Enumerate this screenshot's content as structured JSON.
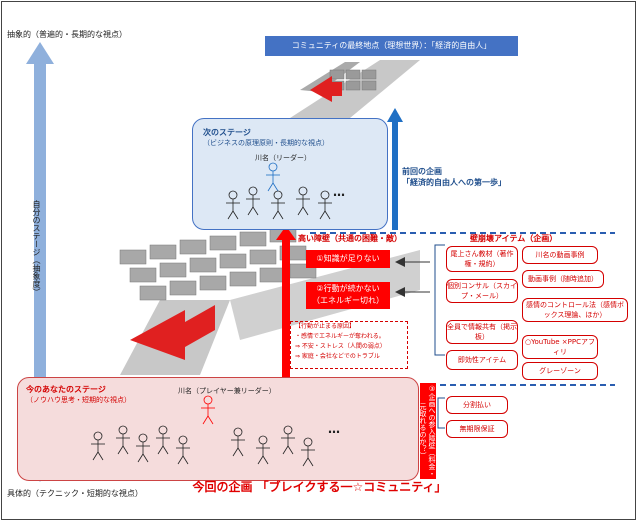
{
  "axis": {
    "top": "抽象的（普遍的・長期的な視点）",
    "middle": "自分のステージ（抽象度）",
    "bottom": "具体的（テクニック・短期的な視点）"
  },
  "goal": "コミュニティの最終地点（理想世界）：「経済的自由人」",
  "next_stage": {
    "title": "次のステージ",
    "subtitle": "（ビジネスの原理原則・長期的な視点）",
    "leader": "川名（リーダー）",
    "ellipsis": "…"
  },
  "previous_plan": {
    "line1": "前回の企画",
    "line2": "「経済的自由人への第一歩」"
  },
  "barrier": {
    "header": "高い障壁（共通の困難・敵）",
    "items": [
      "①知識が足りない",
      "②行動が続かない",
      "（エネルギー切れ）"
    ]
  },
  "action_stop": {
    "title": "【行動が止まる原因】",
    "lines": [
      "・感情でエネルギーが奪われる。",
      "⇒ 不安・ストレス（人間の弱点）",
      "⇒ 家庭・会社などでのトラブル"
    ]
  },
  "wall_items": {
    "header": "壁崩壊アイテム（企画）",
    "items": [
      "尾上さん教材（著作権・規約）",
      "川名の動画事例",
      "動画事例（随時追加）",
      "個別コンサル（スカイプ・メール）",
      "感情のコントロール法（感情ボックス理論、ほか）",
      "全員で情報共有（掲示板）",
      "○YouTube ×PPCアフィリ",
      "即効性アイテム",
      "グレーゾーン",
      "分割払い",
      "無期限保証"
    ]
  },
  "participation": "③企画への参入障壁（料金・元取れるのか？）",
  "current_stage": {
    "title": "今のあなたのステージ",
    "subtitle": "（ノウハウ思考・短期的な視点）",
    "leader": "川名（プレイヤー兼リーダー）",
    "ellipsis": "…"
  },
  "bottom_title": "今回の企画 「ブレイクする一☆コミュニティ」",
  "colors": {
    "red": "#ff0000",
    "blue": "#4472c4",
    "axis": "#8fb0dc"
  }
}
